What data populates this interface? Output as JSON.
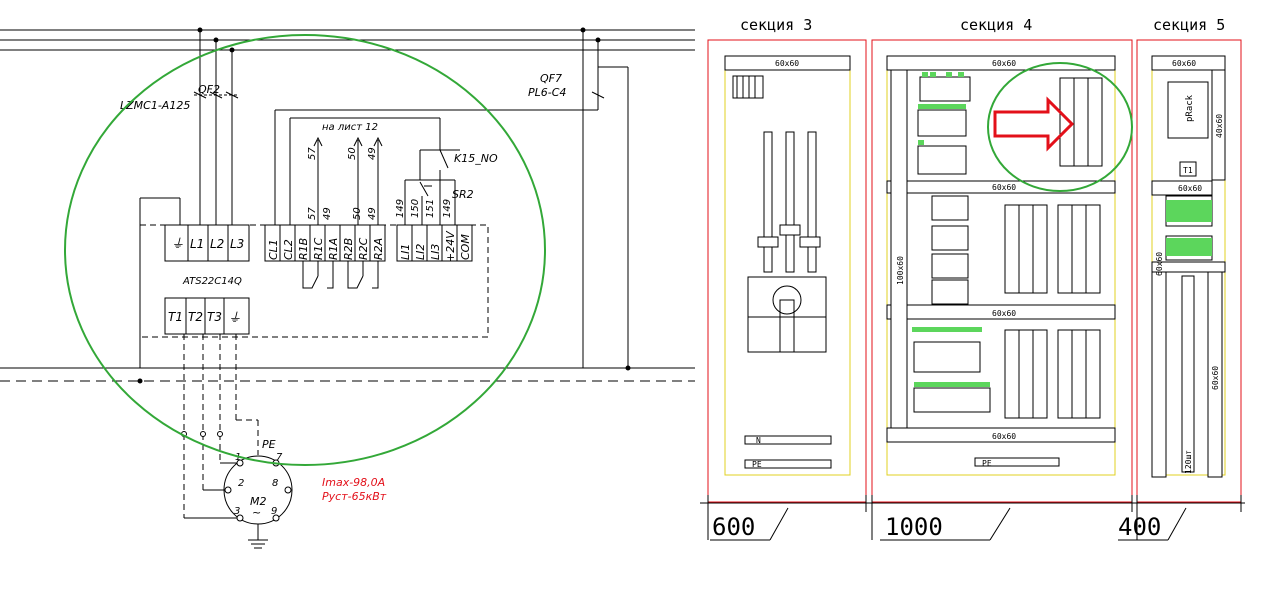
{
  "schematic": {
    "breaker_qf2": {
      "name": "QF2",
      "model": "LZMC1-A125"
    },
    "breaker_qf7": {
      "name": "QF7",
      "model": "PL6-C4"
    },
    "sheet_ref": "на лист 12",
    "relay_contact": "K15_NO",
    "switch_sr2": "SR2",
    "device": {
      "name": "ATS22C14Q",
      "top_terminals": [
        "⏚",
        "L1",
        "L2",
        "L3"
      ],
      "bottom_terminals": [
        "T1",
        "T2",
        "T3",
        "⏚"
      ],
      "control_terminals": [
        "CL1",
        "CL2",
        "R1B",
        "R1C",
        "R1A",
        "R2B",
        "R2C",
        "R2A"
      ],
      "io_terminals": [
        "LI1",
        "LI2",
        "LI3",
        "+24V",
        "COM"
      ]
    },
    "wire_numbers": [
      "57",
      "50",
      "49",
      "57",
      "49",
      "50",
      "49",
      "149",
      "150",
      "151",
      "149"
    ],
    "motor": {
      "name": "M2",
      "symbol": "~",
      "pe_label": "PE",
      "pin_labels": [
        "1",
        "7",
        "2",
        "8",
        "3",
        "9"
      ],
      "imax": "Imax-98,0A",
      "pust": "Руст-65кВт"
    }
  },
  "cabinet": {
    "sections": [
      {
        "title": "секция 3",
        "width": "600"
      },
      {
        "title": "секция 4",
        "width": "1000"
      },
      {
        "title": "секция 5",
        "width": "400"
      }
    ],
    "duct_labels": {
      "s3_top": "60x60",
      "s4_top": "60x60",
      "s4_mid1": "60x60",
      "s4_mid2": "60x60",
      "s4_bottom": "60x60",
      "s4_side": "100x60",
      "s5_top": "60x60",
      "s5_mid": "60x60",
      "s5_side_top": "40x60",
      "s5_side_left": "60x60",
      "s5_side_right": "60x60"
    },
    "prack_label": "pRack",
    "t1_label": "T1",
    "terminal_strip": "120шт",
    "n_bar": "N",
    "pe_bar": "PE"
  },
  "colors": {
    "highlight_circle": "#33a838",
    "red_outline": "#e3101a",
    "yellow_rail": "#e0d020",
    "terminal_green": "#5cd65c"
  }
}
